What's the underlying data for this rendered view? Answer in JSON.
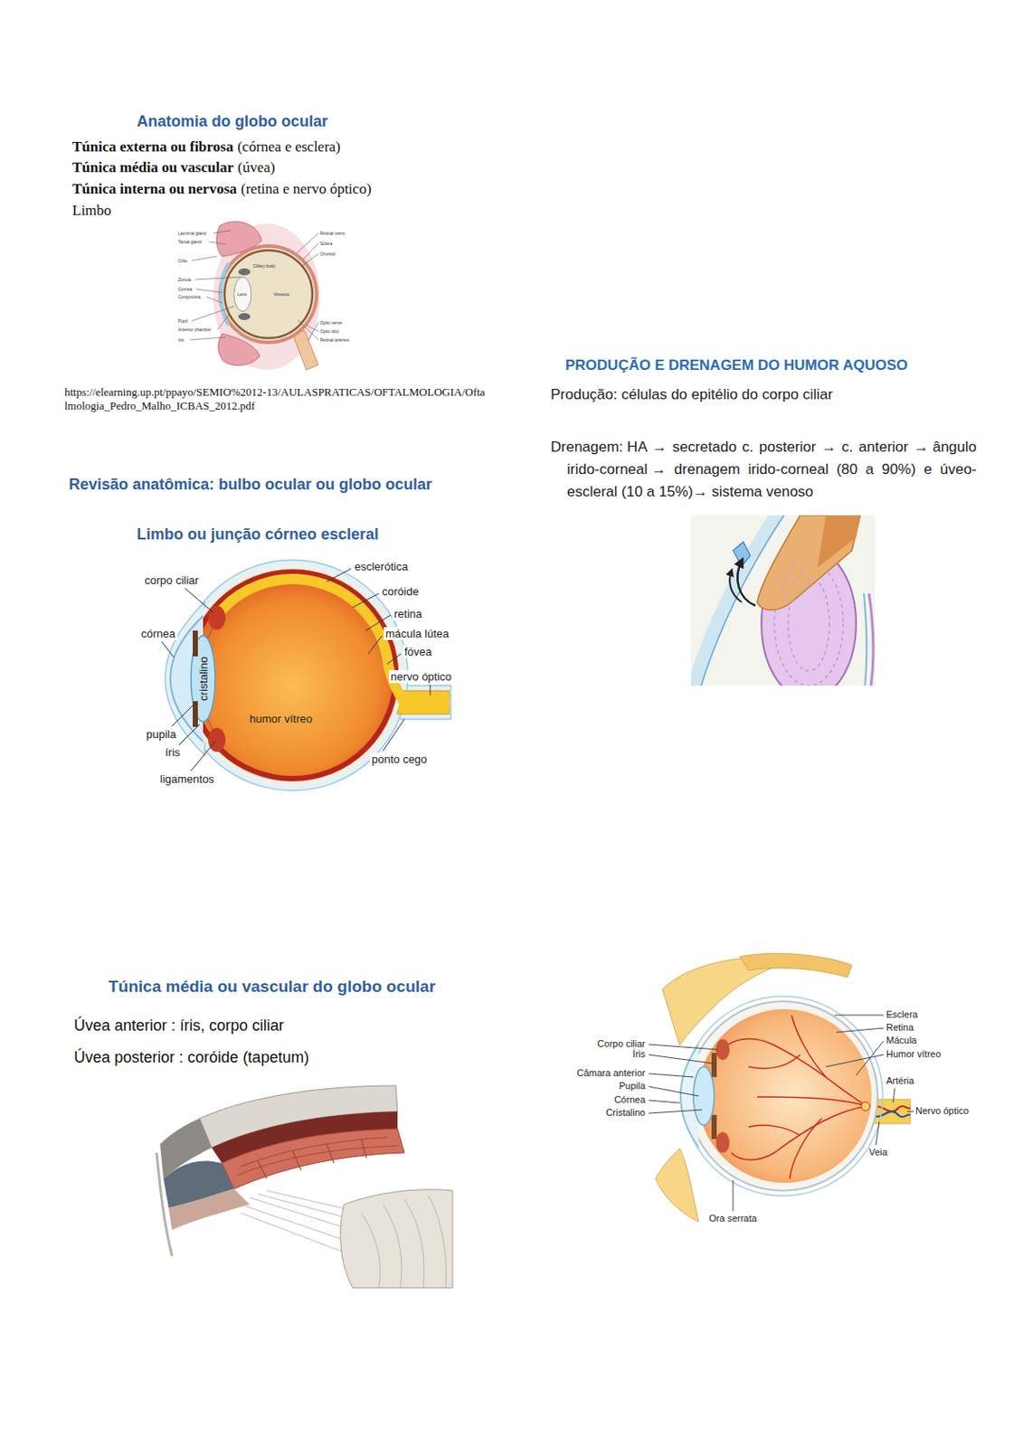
{
  "diagram": {
    "labels": [
      "Anatomia do globo ocular",
      "Túnica externa ou fibrosa",
      "(córnea e esclera)",
      "Túnica média ou vascular",
      "(úvea)",
      "Túnica interna ou nervosa",
      "(retina e nervo óptico)",
      "Limbo",
      "Lacrimal gland",
      "Tarsal gland",
      "Cilia",
      "Zonule",
      "Cornea",
      "Conjunctiva",
      "Pupil",
      "Anterior chamber",
      "Iris",
      "Ciliary body",
      "Lens",
      "Vitreous",
      "Retinal veins",
      "Sclera",
      "Choroid",
      "Optic nerve",
      "Optic disc",
      "Retinal arteries",
      "https://elearning.up.pt/ppayo/SEMIO%2012-13/AULASPRATICAS/OFTALMOLOGIA/Oftalmologia_Pedro_Malho_ICBAS_2012.pdf",
      "Revisão anatômica: bulbo ocular ou globo ocular",
      "Limbo ou junção córneo escleral",
      "esclerótica",
      "coróide",
      "retina",
      "mácula lútea",
      "fóvea",
      "nervo óptico",
      "ponto cego",
      "corpo ciliar",
      "córnea",
      "cristalino",
      "humor vítreo",
      "pupila",
      "íris",
      "ligamentos",
      "PRODUÇÃO E DRENAGEM DO HUMOR AQUOSO",
      "Produção:",
      "células do epitélio do corpo ciliar",
      "Drenagem:",
      "HA → secretado c. posterior → c. anterior →",
      "ângulo irido-corneal",
      "→ drenagem irido-corneal (80 a 90%) e úveo- escleral (10 a 15%)→ sistema venoso",
      "Túnica média ou vascular do globo ocular",
      "Úvea anterior : íris, corpo ciliar",
      "Úvea posterior : coróide",
      "(tapetum)",
      "Esclera",
      "Retina",
      "Mácula",
      "Humor vítreo",
      "Artéria",
      "Nervo óptico",
      "Veia",
      "Ora serrata",
      "Corpo ciliar",
      "Íris",
      "Câmara anterior",
      "Pupila",
      "Córnea",
      "Cristalino"
    ]
  }
}
